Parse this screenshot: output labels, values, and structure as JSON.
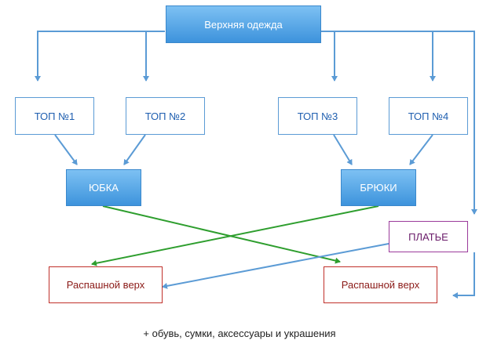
{
  "nodes": {
    "outerwear": "Верхняя одежда",
    "top1": "ТОП №1",
    "top2": "ТОП №2",
    "top3": "ТОП №3",
    "top4": "ТОП №4",
    "skirt": "ЮБКА",
    "trousers": "БРЮКИ",
    "dress": "ПЛАТЬЕ",
    "open_top_left": "Распашной верх",
    "open_top_right": "Распашной верх"
  },
  "caption": "+ обувь, сумки, аксессуары и украшения",
  "colors": {
    "blue_connector": "#5b9bd5",
    "green_connector": "#2e9e2e",
    "node_fill": "#5aa8e8",
    "dress_border": "#9b3a9b",
    "open_top_border": "#c0302a"
  }
}
